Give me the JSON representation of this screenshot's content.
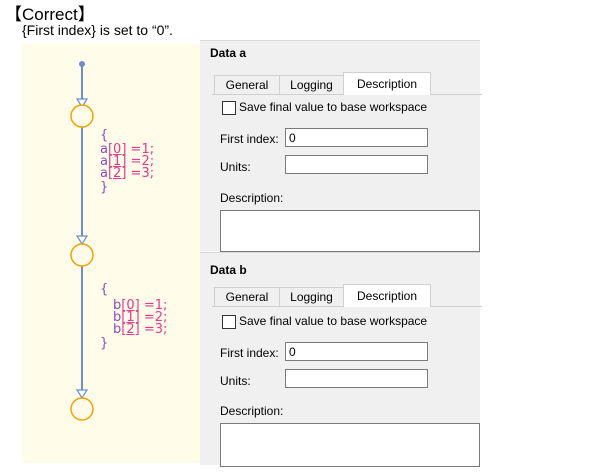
{
  "heading": "【Correct】",
  "subheading": "{First index} is set to “0”.",
  "diagram": {
    "block_a": {
      "open": "{",
      "close": "}",
      "lines": [
        {
          "var": "a",
          "idx": "0",
          "val": "1;"
        },
        {
          "var": "a",
          "idx": "1",
          "val": "2;"
        },
        {
          "var": "a",
          "idx": "2",
          "val": "3;"
        }
      ]
    },
    "block_b": {
      "open": "{",
      "close": "}",
      "lines": [
        {
          "var": "b",
          "idx": "0",
          "val": "1;"
        },
        {
          "var": "b",
          "idx": "1",
          "val": "2;"
        },
        {
          "var": "b",
          "idx": "2",
          "val": "3;"
        }
      ]
    },
    "colors": {
      "junction": "#f0a400",
      "transition": "#6a8fd0",
      "background": "#fffcea"
    }
  },
  "dialogs": [
    {
      "title": "Data a",
      "tabs": [
        "General",
        "Logging",
        "Description"
      ],
      "active_tab": "Description",
      "checkbox_label": "Save final value to base workspace",
      "first_index_label": "First index:",
      "first_index_value": "0",
      "units_label": "Units:",
      "units_value": "",
      "description_label": "Description:",
      "description_value": ""
    },
    {
      "title": "Data b",
      "tabs": [
        "General",
        "Logging",
        "Description"
      ],
      "active_tab": "Description",
      "checkbox_label": "Save final value to base workspace",
      "first_index_label": "First index:",
      "first_index_value": "0",
      "units_label": "Units:",
      "units_value": "",
      "description_label": "Description:",
      "description_value": ""
    }
  ]
}
